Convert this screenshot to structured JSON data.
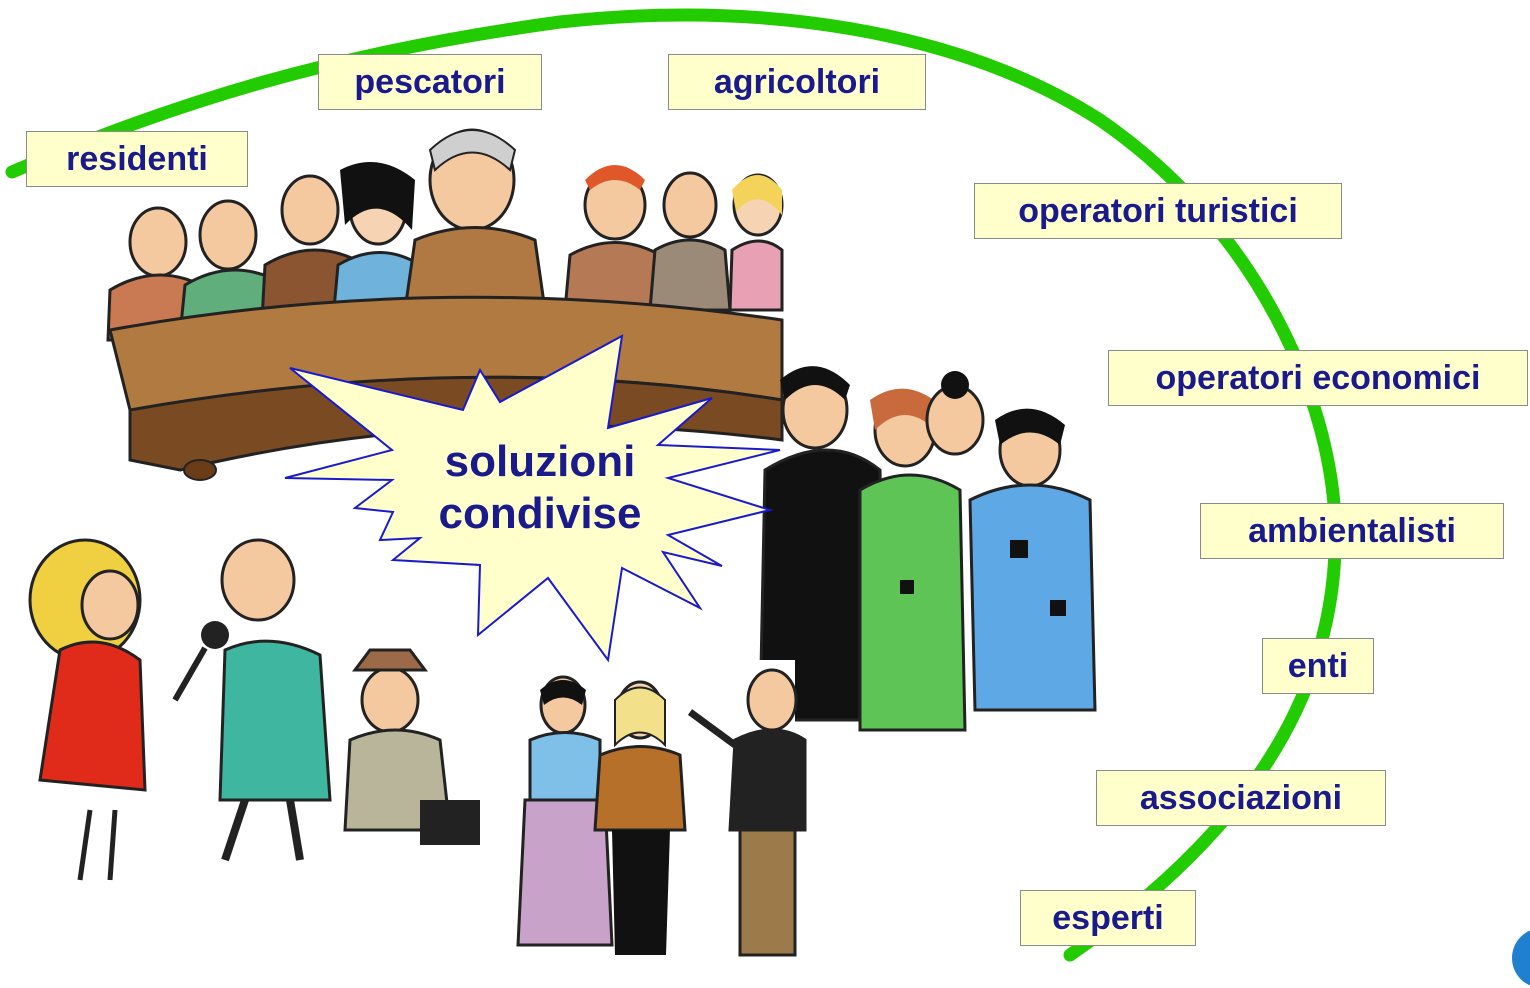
{
  "stakeholders": {
    "residenti": "residenti",
    "pescatori": "pescatori",
    "agricoltori": "agricoltori",
    "operatori_turistici": "operatori turistici",
    "operatori_economici": "operatori economici",
    "ambientalisti": "ambientalisti",
    "enti": "enti",
    "associazioni": "associazioni",
    "esperti": "esperti"
  },
  "center": {
    "line1": "soluzioni",
    "line2": "condivise"
  },
  "colors": {
    "arc": "#22cc00",
    "label_bg": "#ffffcc",
    "label_text": "#1a1a8c",
    "burst_fill": "#ffffcc",
    "burst_stroke": "#1a1acc",
    "badge": "#1f7fd0"
  },
  "illustrations": [
    "meeting-table-illustration",
    "reporter-interview-illustration",
    "discussion-group-illustration",
    "gossiping-women-illustration"
  ]
}
